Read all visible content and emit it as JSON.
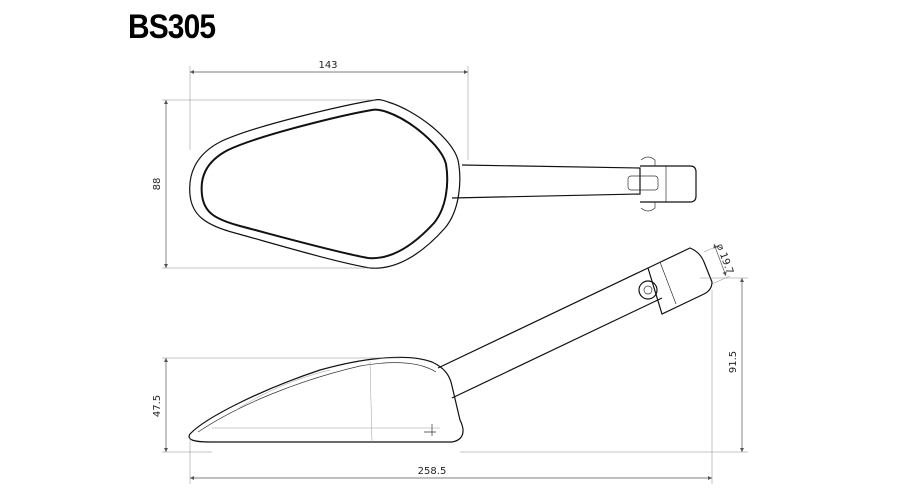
{
  "title": "BS305",
  "dimensions": {
    "top_width": "143",
    "top_height": "88",
    "bar_diameter": "⌀ 19.7",
    "side_total_height": "91.5",
    "side_body_height": "47.5",
    "side_total_length": "258.5"
  },
  "colors": {
    "outline": "#111111",
    "dimension": "#555555"
  }
}
